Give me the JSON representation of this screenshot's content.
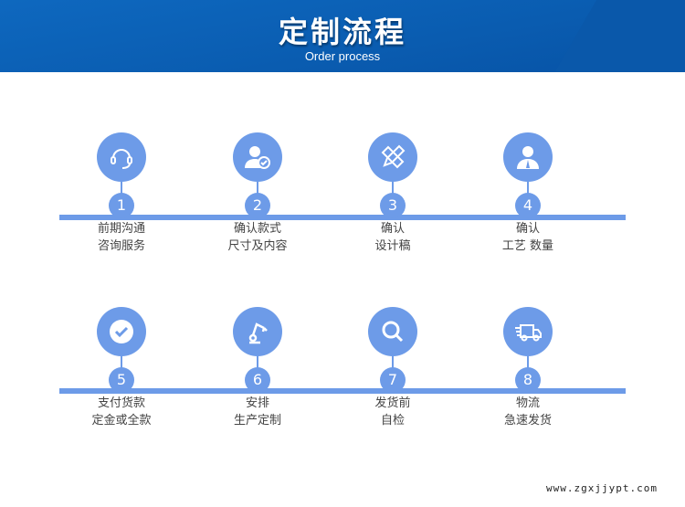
{
  "header": {
    "title": "定制流程",
    "subtitle": "Order process"
  },
  "steps": [
    {
      "num": "1",
      "line1": "前期沟通",
      "line2": "咨询服务",
      "icon": "headset-icon"
    },
    {
      "num": "2",
      "line1": "确认款式",
      "line2": "尺寸及内容",
      "icon": "user-check-icon"
    },
    {
      "num": "3",
      "line1": "确认",
      "line2": "设计稿",
      "icon": "design-tools-icon"
    },
    {
      "num": "4",
      "line1": "确认",
      "line2": "工艺 数量",
      "icon": "businessman-icon"
    },
    {
      "num": "5",
      "line1": "支付货款",
      "line2": "定金或全款",
      "icon": "checkmark-icon"
    },
    {
      "num": "6",
      "line1": "安排",
      "line2": "生产定制",
      "icon": "robot-arm-icon"
    },
    {
      "num": "7",
      "line1": "发货前",
      "line2": "自检",
      "icon": "magnifier-icon"
    },
    {
      "num": "8",
      "line1": "物流",
      "line2": "急速发货",
      "icon": "delivery-truck-icon"
    }
  ],
  "footer": "www.zgxjjypt.com",
  "colors": {
    "accent": "#6d9be8",
    "header": "#0a5cb0"
  }
}
